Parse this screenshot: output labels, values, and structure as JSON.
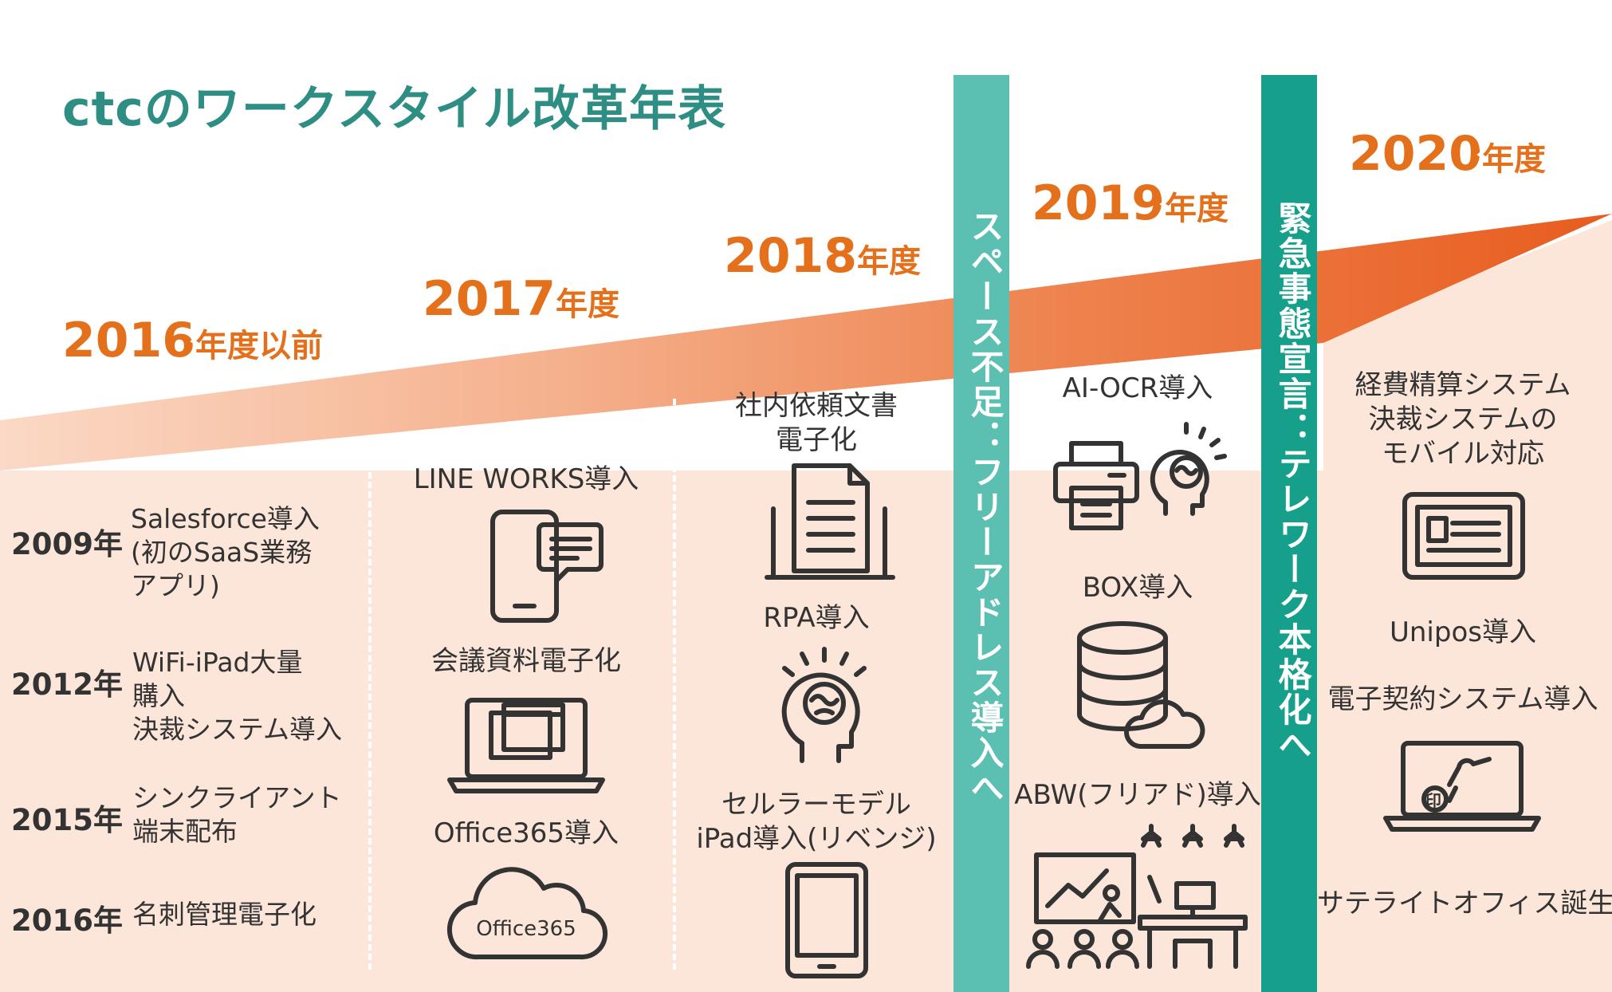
{
  "title": "ctcのワークスタイル改革年表",
  "colors": {
    "accent_orange": "#e5701c",
    "teal_title": "#2e8e84",
    "band_space": "#5bbfb2",
    "band_tele": "#16a08c",
    "bg_peach": "#fce6d9"
  },
  "years": [
    {
      "num": "2016",
      "suffix": "年度以前"
    },
    {
      "num": "2017",
      "suffix": "年度"
    },
    {
      "num": "2018",
      "suffix": "年度"
    },
    {
      "num": "2019",
      "suffix": "年度"
    },
    {
      "num": "2020",
      "suffix": "年度"
    }
  ],
  "band_space": "スペース不足：フリーアドレス導入へ",
  "band_telework": "緊急事態宣言：テレワーク本格化へ",
  "history": [
    {
      "year": "2009年",
      "lines": [
        "Salesforce導入",
        "(初のSaaS業務",
        "アプリ)"
      ]
    },
    {
      "year": "2012年",
      "lines": [
        "WiFi-iPad大量",
        "購入",
        "決裁システム導入"
      ]
    },
    {
      "year": "2015年",
      "lines": [
        "シンクライアント",
        "端末配布"
      ]
    },
    {
      "year": "2016年",
      "lines": [
        "名刺管理電子化"
      ]
    }
  ],
  "col2017": {
    "line_works": "LINE WORKS導入",
    "meeting_docs": "会議資料電子化",
    "office365": "Office365導入",
    "cloud_label": "Office365"
  },
  "col2018": {
    "request_docs": [
      "社内依頼文書",
      "電子化"
    ],
    "rpa": "RPA導入",
    "cellular": [
      "セルラーモデル",
      "iPad導入(リベンジ)"
    ]
  },
  "col2019": {
    "ai_ocr": "AI-OCR導入",
    "box": "BOX導入",
    "abw": "ABW(フリアド)導入"
  },
  "col2020": {
    "expense": [
      "経費精算システム",
      "決裁システムの",
      "モバイル対応"
    ],
    "unipos": "Unipos導入",
    "econtract": "電子契約システム導入",
    "satellite": "サテライトオフィス誕生",
    "stamp_char": "印"
  }
}
